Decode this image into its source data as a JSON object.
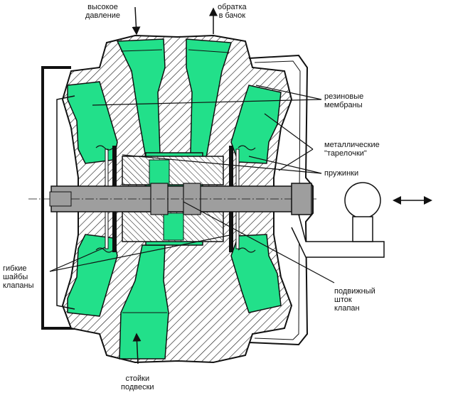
{
  "labels": {
    "high_pressure": [
      "высокое",
      "давление"
    ],
    "return_tank": [
      "обратка",
      "в бачок"
    ],
    "rubber_membranes": [
      "резиновые",
      "мембраны"
    ],
    "metal_plates": [
      "металлические",
      "\"тарелочки\""
    ],
    "springs": [
      "пружинки"
    ],
    "flexible_washers": [
      "гибкие",
      "шайбы",
      "клапаны"
    ],
    "moving_rod": [
      "подвижный",
      "шток",
      "клапан"
    ],
    "suspension_struts": [
      "стойки",
      "подвески"
    ]
  },
  "colors": {
    "fluid": "#22e08a",
    "line": "#111111",
    "metal": "#ffffff",
    "rod": "#9e9e9e"
  },
  "icons": {
    "motion": "double-arrow-icon",
    "ball_joint": "ball-joint-icon"
  }
}
